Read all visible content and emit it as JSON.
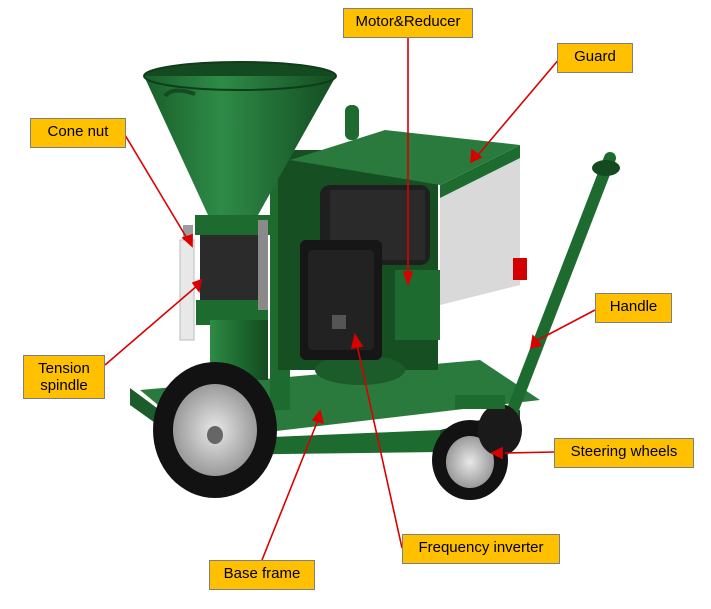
{
  "labels": {
    "motor_reducer": "Motor&Reducer",
    "guard": "Guard",
    "cone_nut": "Cone nut",
    "tension_spindle_line1": "Tension",
    "tension_spindle_line2": "spindle",
    "handle": "Handle",
    "steering_wheels": "Steering wheels",
    "frequency_inverter": "Frequency inverter",
    "base_frame": "Base frame"
  },
  "colors": {
    "label_fill": "#FFC000",
    "leader_line": "#D90000",
    "machine_green": "#1E6B30",
    "machine_green_dark": "#134A20"
  }
}
